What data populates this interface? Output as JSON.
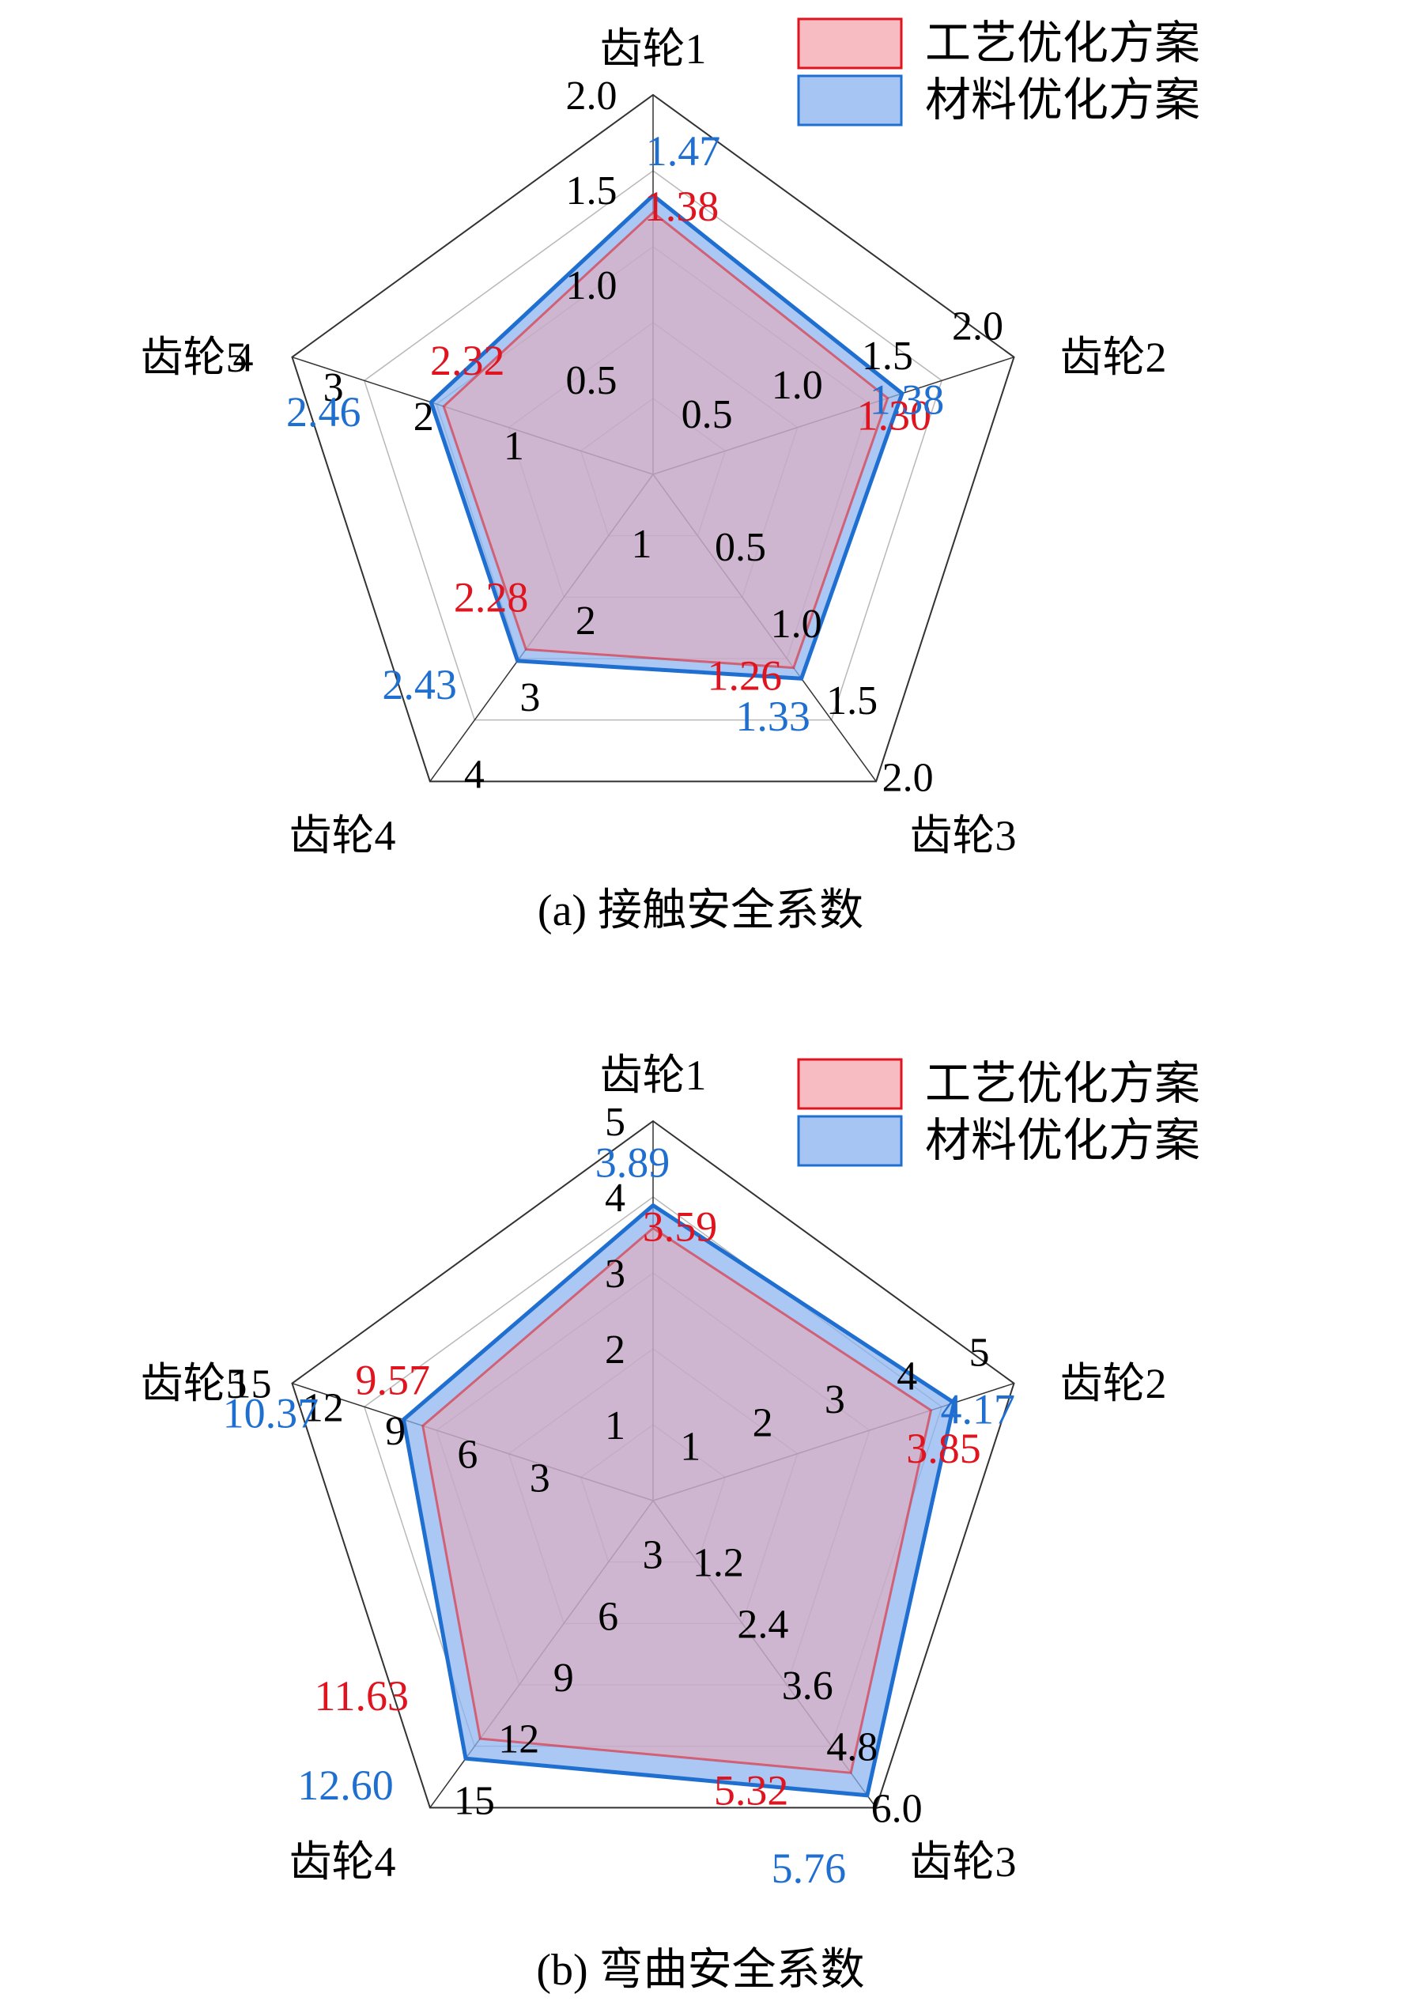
{
  "colors": {
    "process": "#e0141e",
    "material": "#1f6fd1",
    "process_fill": "#f4a5ad",
    "material_fill": "#8ab2ee",
    "grid": "#b8b8b8",
    "axis": "#333333"
  },
  "legend": {
    "process": "工艺优化方案",
    "material": "材料优化方案"
  },
  "chart_data": [
    {
      "type": "radar",
      "caption": "(a) 接触安全系数",
      "axes": [
        {
          "name": "齿轮1",
          "range": [
            0,
            2.0
          ],
          "ticks": [
            "0.5",
            "1.0",
            "1.5",
            "2.0"
          ]
        },
        {
          "name": "齿轮2",
          "range": [
            0,
            2.0
          ],
          "ticks": [
            "0.5",
            "1.0",
            "1.5",
            "2.0"
          ]
        },
        {
          "name": "齿轮3",
          "range": [
            0,
            2.0
          ],
          "ticks": [
            "0.5",
            "1.0",
            "1.5",
            "2.0"
          ]
        },
        {
          "name": "齿轮4",
          "range": [
            0,
            4
          ],
          "ticks": [
            "1",
            "2",
            "3",
            "4"
          ]
        },
        {
          "name": "齿轮5",
          "range": [
            0,
            4
          ],
          "ticks": [
            "1",
            "2",
            "3",
            "4"
          ]
        }
      ],
      "series": [
        {
          "name": "工艺优化方案",
          "key": "process",
          "values": [
            1.38,
            1.3,
            1.26,
            2.28,
            2.32
          ],
          "labels": [
            "1.38",
            "1.30",
            "1.26",
            "2.28",
            "2.32"
          ]
        },
        {
          "name": "材料优化方案",
          "key": "material",
          "values": [
            1.47,
            1.38,
            1.33,
            2.43,
            2.46
          ],
          "labels": [
            "1.47",
            "1.38",
            "1.33",
            "2.43",
            "2.46"
          ]
        }
      ],
      "legend_position": "top-right"
    },
    {
      "type": "radar",
      "caption": "(b) 弯曲安全系数",
      "axes": [
        {
          "name": "齿轮1",
          "range": [
            0,
            5
          ],
          "ticks": [
            "1",
            "2",
            "3",
            "4",
            "5"
          ]
        },
        {
          "name": "齿轮2",
          "range": [
            0,
            5
          ],
          "ticks": [
            "1",
            "2",
            "3",
            "4",
            "5"
          ]
        },
        {
          "name": "齿轮3",
          "range": [
            0,
            6.0
          ],
          "ticks": [
            "1.2",
            "2.4",
            "3.6",
            "4.8",
            "6.0"
          ]
        },
        {
          "name": "齿轮4",
          "range": [
            0,
            15
          ],
          "ticks": [
            "3",
            "6",
            "9",
            "12",
            "15"
          ]
        },
        {
          "name": "齿轮5",
          "range": [
            0,
            15
          ],
          "ticks": [
            "3",
            "6",
            "9",
            "12",
            "15"
          ]
        }
      ],
      "series": [
        {
          "name": "工艺优化方案",
          "key": "process",
          "values": [
            3.59,
            3.85,
            5.32,
            11.63,
            9.57
          ],
          "labels": [
            "3.59",
            "3.85",
            "5.32",
            "11.63",
            "9.57"
          ]
        },
        {
          "name": "材料优化方案",
          "key": "material",
          "values": [
            3.89,
            4.17,
            5.76,
            12.6,
            10.37
          ],
          "labels": [
            "3.89",
            "4.17",
            "5.76",
            "12.60",
            "10.37"
          ]
        }
      ],
      "legend_position": "top-right"
    }
  ]
}
